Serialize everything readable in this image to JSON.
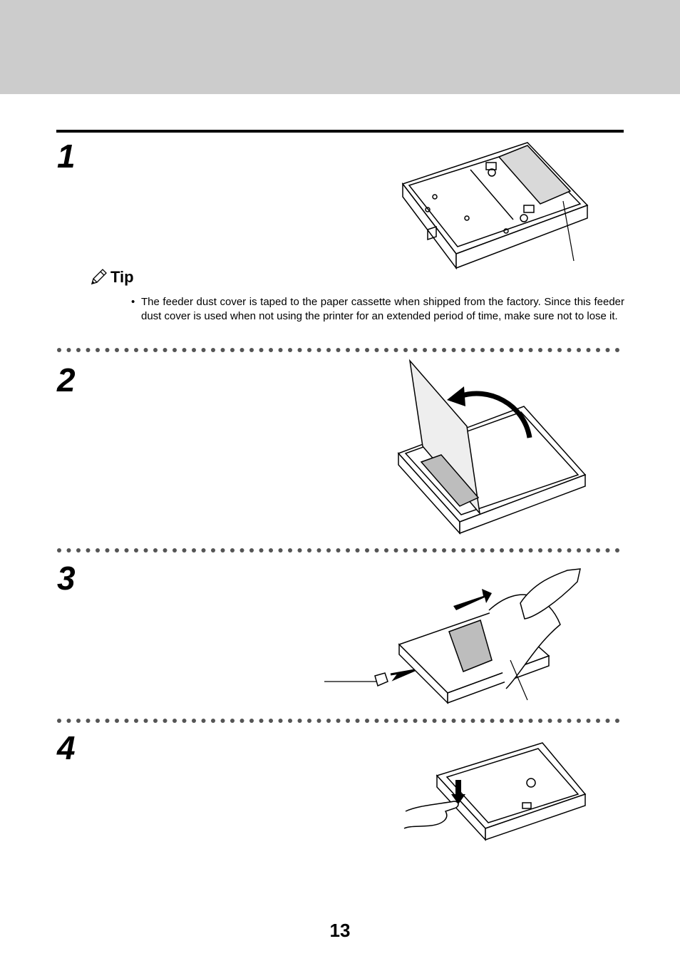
{
  "steps": [
    {
      "number": "1"
    },
    {
      "number": "2"
    },
    {
      "number": "3"
    },
    {
      "number": "4"
    }
  ],
  "tip": {
    "label": "Tip",
    "icon": "pencil-icon",
    "bullet": "•",
    "text": "The feeder dust cover is taped to the paper cassette when shipped from the factory. Since this feeder dust cover is used when not using the printer for an extended period of time, make sure not to lose it."
  },
  "page_number": "13",
  "colors": {
    "header_band": "#cccccc",
    "rule": "#000000",
    "dots": "#555555"
  }
}
